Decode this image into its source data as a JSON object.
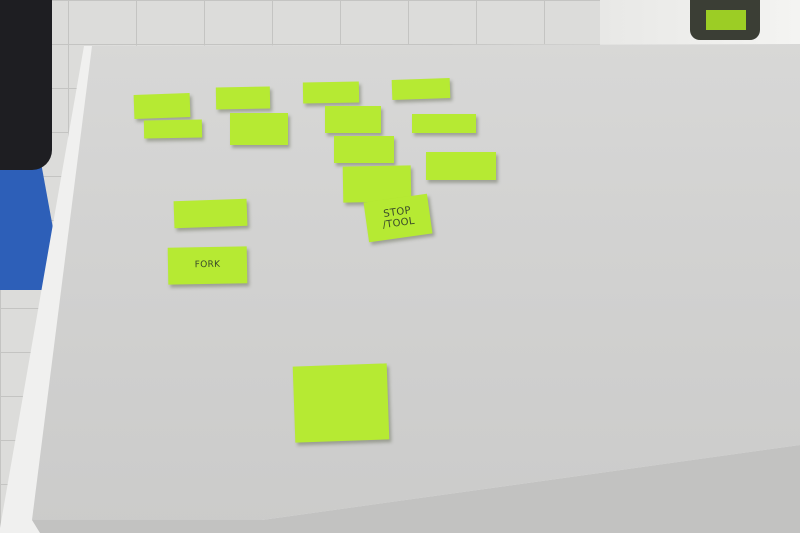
{
  "notes": [
    {
      "id": "note-1",
      "text": ""
    },
    {
      "id": "note-2",
      "text": ""
    },
    {
      "id": "note-3",
      "text": ""
    },
    {
      "id": "note-4",
      "text": ""
    },
    {
      "id": "note-5",
      "text": ""
    },
    {
      "id": "note-6",
      "text": ""
    },
    {
      "id": "note-7",
      "text": ""
    },
    {
      "id": "note-8",
      "text": ""
    },
    {
      "id": "note-9",
      "text": ""
    },
    {
      "id": "note-10",
      "text": ""
    },
    {
      "id": "note-11",
      "text": ""
    },
    {
      "id": "note-12",
      "text": "STOP\n/TOOL"
    },
    {
      "id": "note-13",
      "text": ""
    },
    {
      "id": "note-14",
      "text": "FORK"
    },
    {
      "id": "note-15",
      "text": ""
    }
  ],
  "colors": {
    "sticky": "#b6ea33",
    "table": "#d4d4d3",
    "floor": "#dcdcda",
    "stand": "#2d5fb8"
  }
}
